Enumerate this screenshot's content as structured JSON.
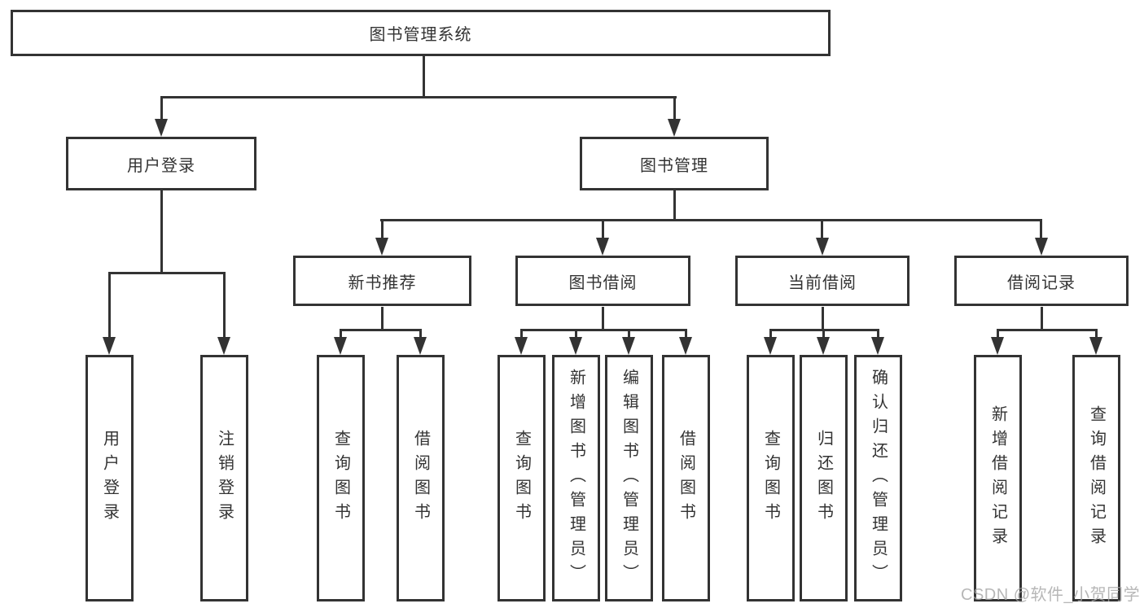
{
  "root": {
    "label": "图书管理系统"
  },
  "tree": {
    "user_login": {
      "label": "用户登录",
      "children": [
        {
          "label": "用户登录"
        },
        {
          "label": "注销登录"
        }
      ]
    },
    "book_mgmt": {
      "label": "图书管理",
      "sections": [
        {
          "label": "新书推荐",
          "children": [
            {
              "label": "查询图书"
            },
            {
              "label": "借阅图书"
            }
          ]
        },
        {
          "label": "图书借阅",
          "children": [
            {
              "label": "查询图书"
            },
            {
              "label": "新增图书（管理员）"
            },
            {
              "label": "编辑图书（管理员）"
            },
            {
              "label": "借阅图书"
            }
          ]
        },
        {
          "label": "当前借阅",
          "children": [
            {
              "label": "查询图书"
            },
            {
              "label": "归还图书"
            },
            {
              "label": "确认归还（管理员）"
            }
          ]
        },
        {
          "label": "借阅记录",
          "children": [
            {
              "label": "新增借阅记录"
            },
            {
              "label": "查询借阅记录"
            }
          ]
        }
      ]
    }
  },
  "watermark": {
    "text": "CSDN @软件_小贺同学"
  },
  "colors": {
    "line": "#333333",
    "box_border": "#333333",
    "text": "#333333",
    "background": "#ffffff",
    "watermark": "#a5a5a5"
  }
}
